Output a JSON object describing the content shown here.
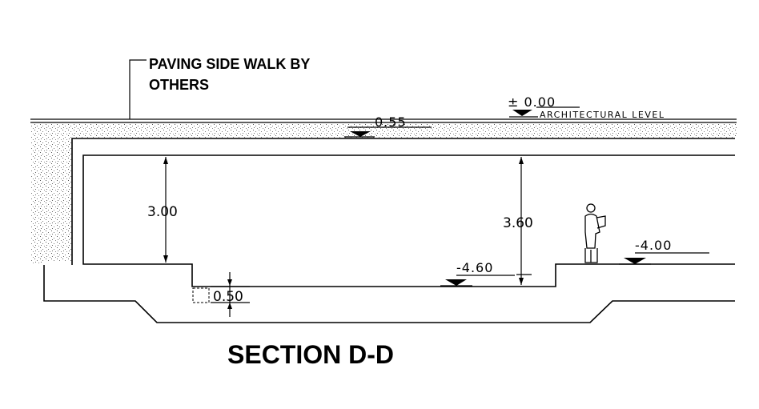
{
  "drawing": {
    "note_line1": "PAVING SIDE WALK BY",
    "note_line2": "OTHERS",
    "title": "SECTION D-D"
  },
  "levels": {
    "zero": "± 0.00",
    "architectural": "ARCHITECTURAL LEVEL",
    "slab_top": "0.55",
    "floor_low": "-4.60",
    "floor_high": "-4.00"
  },
  "dimensions": {
    "height_left": "3.00",
    "height_right": "3.60",
    "step": "0.50"
  },
  "colors": {
    "line": "#000000",
    "hatch": "#555555",
    "background": "#ffffff"
  }
}
